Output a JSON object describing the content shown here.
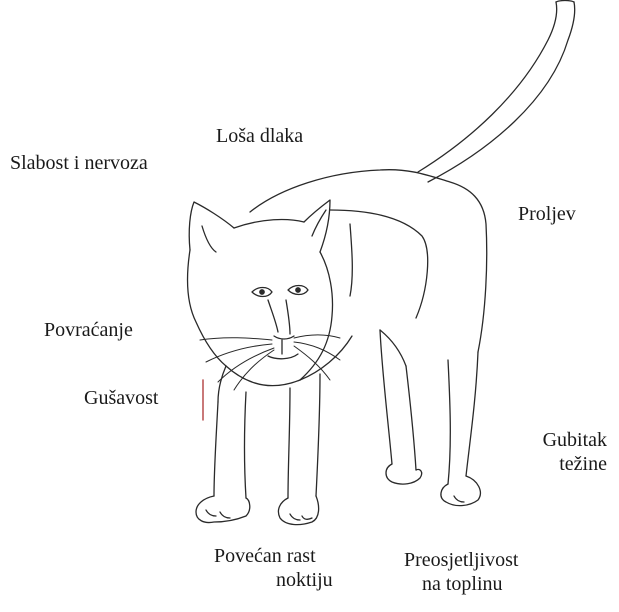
{
  "labels": {
    "losa_dlaka": "Loša dlaka",
    "slabost": "Slabost i nervoza",
    "proljev": "Proljev",
    "povracanje": "Povraćanje",
    "gusavost": "Gušavost",
    "gubitak_line1": "Gubitak",
    "gubitak_line2": "težine",
    "noktiju_line1": "Povećan rast",
    "noktiju_line2": "noktiju",
    "preosj_line1": "Preosjetljivost",
    "preosj_line2": "na toplinu"
  },
  "colors": {
    "outline": "#2a2a2a",
    "marker": "#b24040"
  }
}
